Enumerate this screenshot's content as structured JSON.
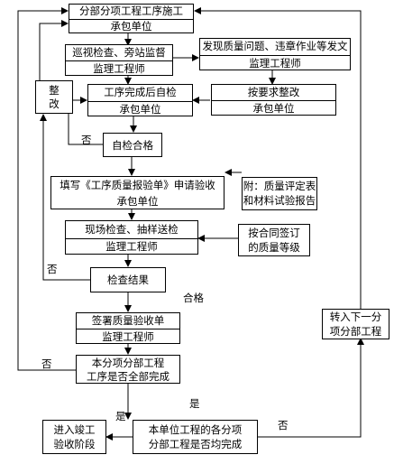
{
  "boxes": {
    "b1": {
      "line1": "分部分项工程工序施工",
      "line2": "承包单位"
    },
    "b2": {
      "line1": "巡视检查、旁站监督",
      "line2": "监理工程师"
    },
    "b3": {
      "line1": "发现质量问题、违章作业等发文",
      "line2": "监理工程师"
    },
    "b4": {
      "line1": "工序完成后自检",
      "line2": "承包单位"
    },
    "b5": {
      "line1": "按要求整改",
      "line2": "承包单位"
    },
    "rect_box": {
      "line1": "整",
      "line2": "改"
    },
    "b6": {
      "text": "自检合格"
    },
    "b7": {
      "line1": "填写《工序质量报验单》申请验收",
      "line2": "承包单位"
    },
    "b8": {
      "line1": "附：质量评定表",
      "line2": "和材料试验报告"
    },
    "b9": {
      "line1": "现场检查、抽样送检",
      "line2": "监理工程师"
    },
    "b10": {
      "line1": "按合同签订",
      "line2": "的质量等级"
    },
    "b11": {
      "text": "检查结果"
    },
    "b12": {
      "line1": "签署质量验收单",
      "line2": "监理工程师"
    },
    "b13": {
      "line1": "本分项分部工程",
      "line2": "工序是否全部完成"
    },
    "b14": {
      "line1": "转入下一分",
      "line2": "项分部工程"
    },
    "b15": {
      "line1": "进入竣工",
      "line2": "验收阶段"
    },
    "b16": {
      "line1": "本单位工程的各分项",
      "line2": "分部工程是否均完成"
    }
  },
  "labels": {
    "no1": "否",
    "no2": "否",
    "pass": "合格",
    "no3": "否",
    "yes1": "是",
    "yes2": "是",
    "no4": "否"
  }
}
